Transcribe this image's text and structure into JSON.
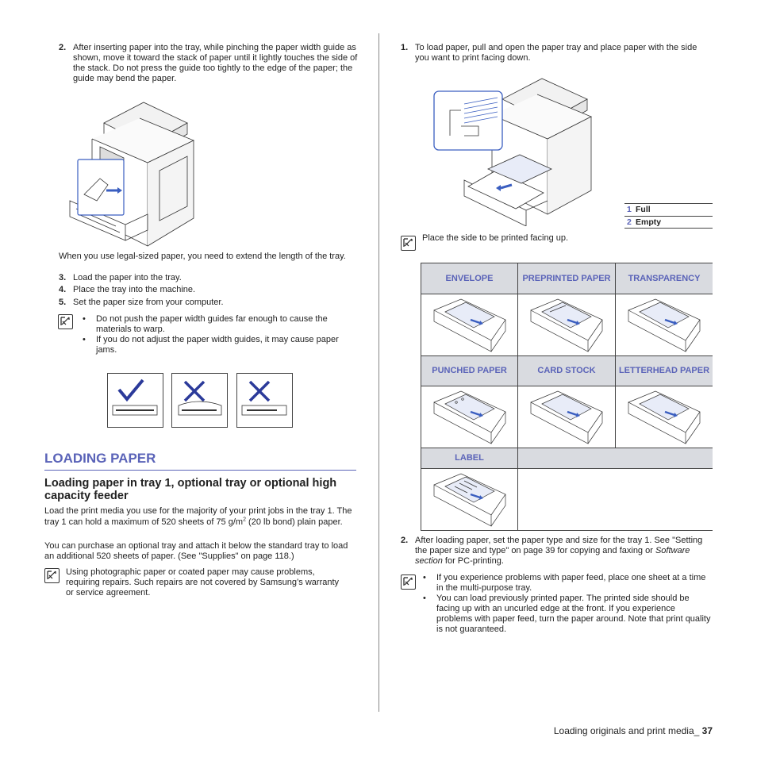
{
  "left": {
    "step2": {
      "num": "2.",
      "text": "After inserting paper into the tray, while pinching the paper width guide as shown, move it toward the stack of paper until it lightly touches the side of the stack. Do not press the guide too tightly to the edge of the paper; the guide may bend the paper."
    },
    "legal_note": "When you use legal-sized paper, you need to extend the length of the tray.",
    "steps": [
      {
        "num": "3.",
        "text": "Load the paper into the tray."
      },
      {
        "num": "4.",
        "text": "Place the tray into the machine."
      },
      {
        "num": "5.",
        "text": "Set the paper size from your computer."
      }
    ],
    "note1_bullets": [
      "Do not push the paper width guides far enough to cause the materials to warp.",
      "If you do not adjust the paper width guides, it may cause paper jams."
    ],
    "section_title": "LOADING PAPER",
    "subsection_title": "Loading paper in tray 1, optional tray or optional high capacity feeder",
    "para1_a": "Load the print media you use for the majority of your print jobs in the tray 1. The tray 1 can hold a maximum of 520 sheets of 75 g/m",
    "para1_sup": "2",
    "para1_b": " (20 lb bond) plain paper.",
    "para2": "You can purchase an optional tray and attach it below the standard tray to load an additional 520 sheets of paper. (See \"Supplies\" on page 118.)",
    "note2": "Using photographic paper or coated paper may cause problems, requiring repairs. Such repairs are not covered by Samsung’s warranty or service agreement."
  },
  "right": {
    "step1": {
      "num": "1.",
      "text": "To load paper, pull and open the paper tray and place paper with the side you want to print facing down."
    },
    "legend": [
      {
        "num": "1",
        "label": "Full"
      },
      {
        "num": "2",
        "label": "Empty"
      }
    ],
    "note_side": "Place the side to be printed facing up.",
    "media": {
      "row1": [
        "ENVELOPE",
        "PREPRINTED PAPER",
        "TRANSPARENCY"
      ],
      "row2": [
        "PUNCHED PAPER",
        "CARD STOCK",
        "LETTERHEAD PAPER"
      ],
      "row3": [
        "LABEL"
      ]
    },
    "step2": {
      "num": "2.",
      "text_a": "After loading paper, set the paper type and size for the tray 1. See \"Setting the paper size and type\" on page 39 for copying and faxing or ",
      "text_em": "Software section",
      "text_b": " for PC-printing."
    },
    "note_bullets": [
      "If you experience problems with paper feed, place one sheet at a time in the multi-purpose tray.",
      "You can load previously printed paper. The printed side should be facing up with an uncurled edge at the front. If you experience problems with paper feed, turn the paper around. Note that print quality is not guaranteed."
    ]
  },
  "footer": {
    "text": "Loading originals and print media_ ",
    "page": "37"
  },
  "colors": {
    "accent": "#5a63b8",
    "header_bg": "#d9dbe0",
    "arrow": "#3a5ec0"
  }
}
